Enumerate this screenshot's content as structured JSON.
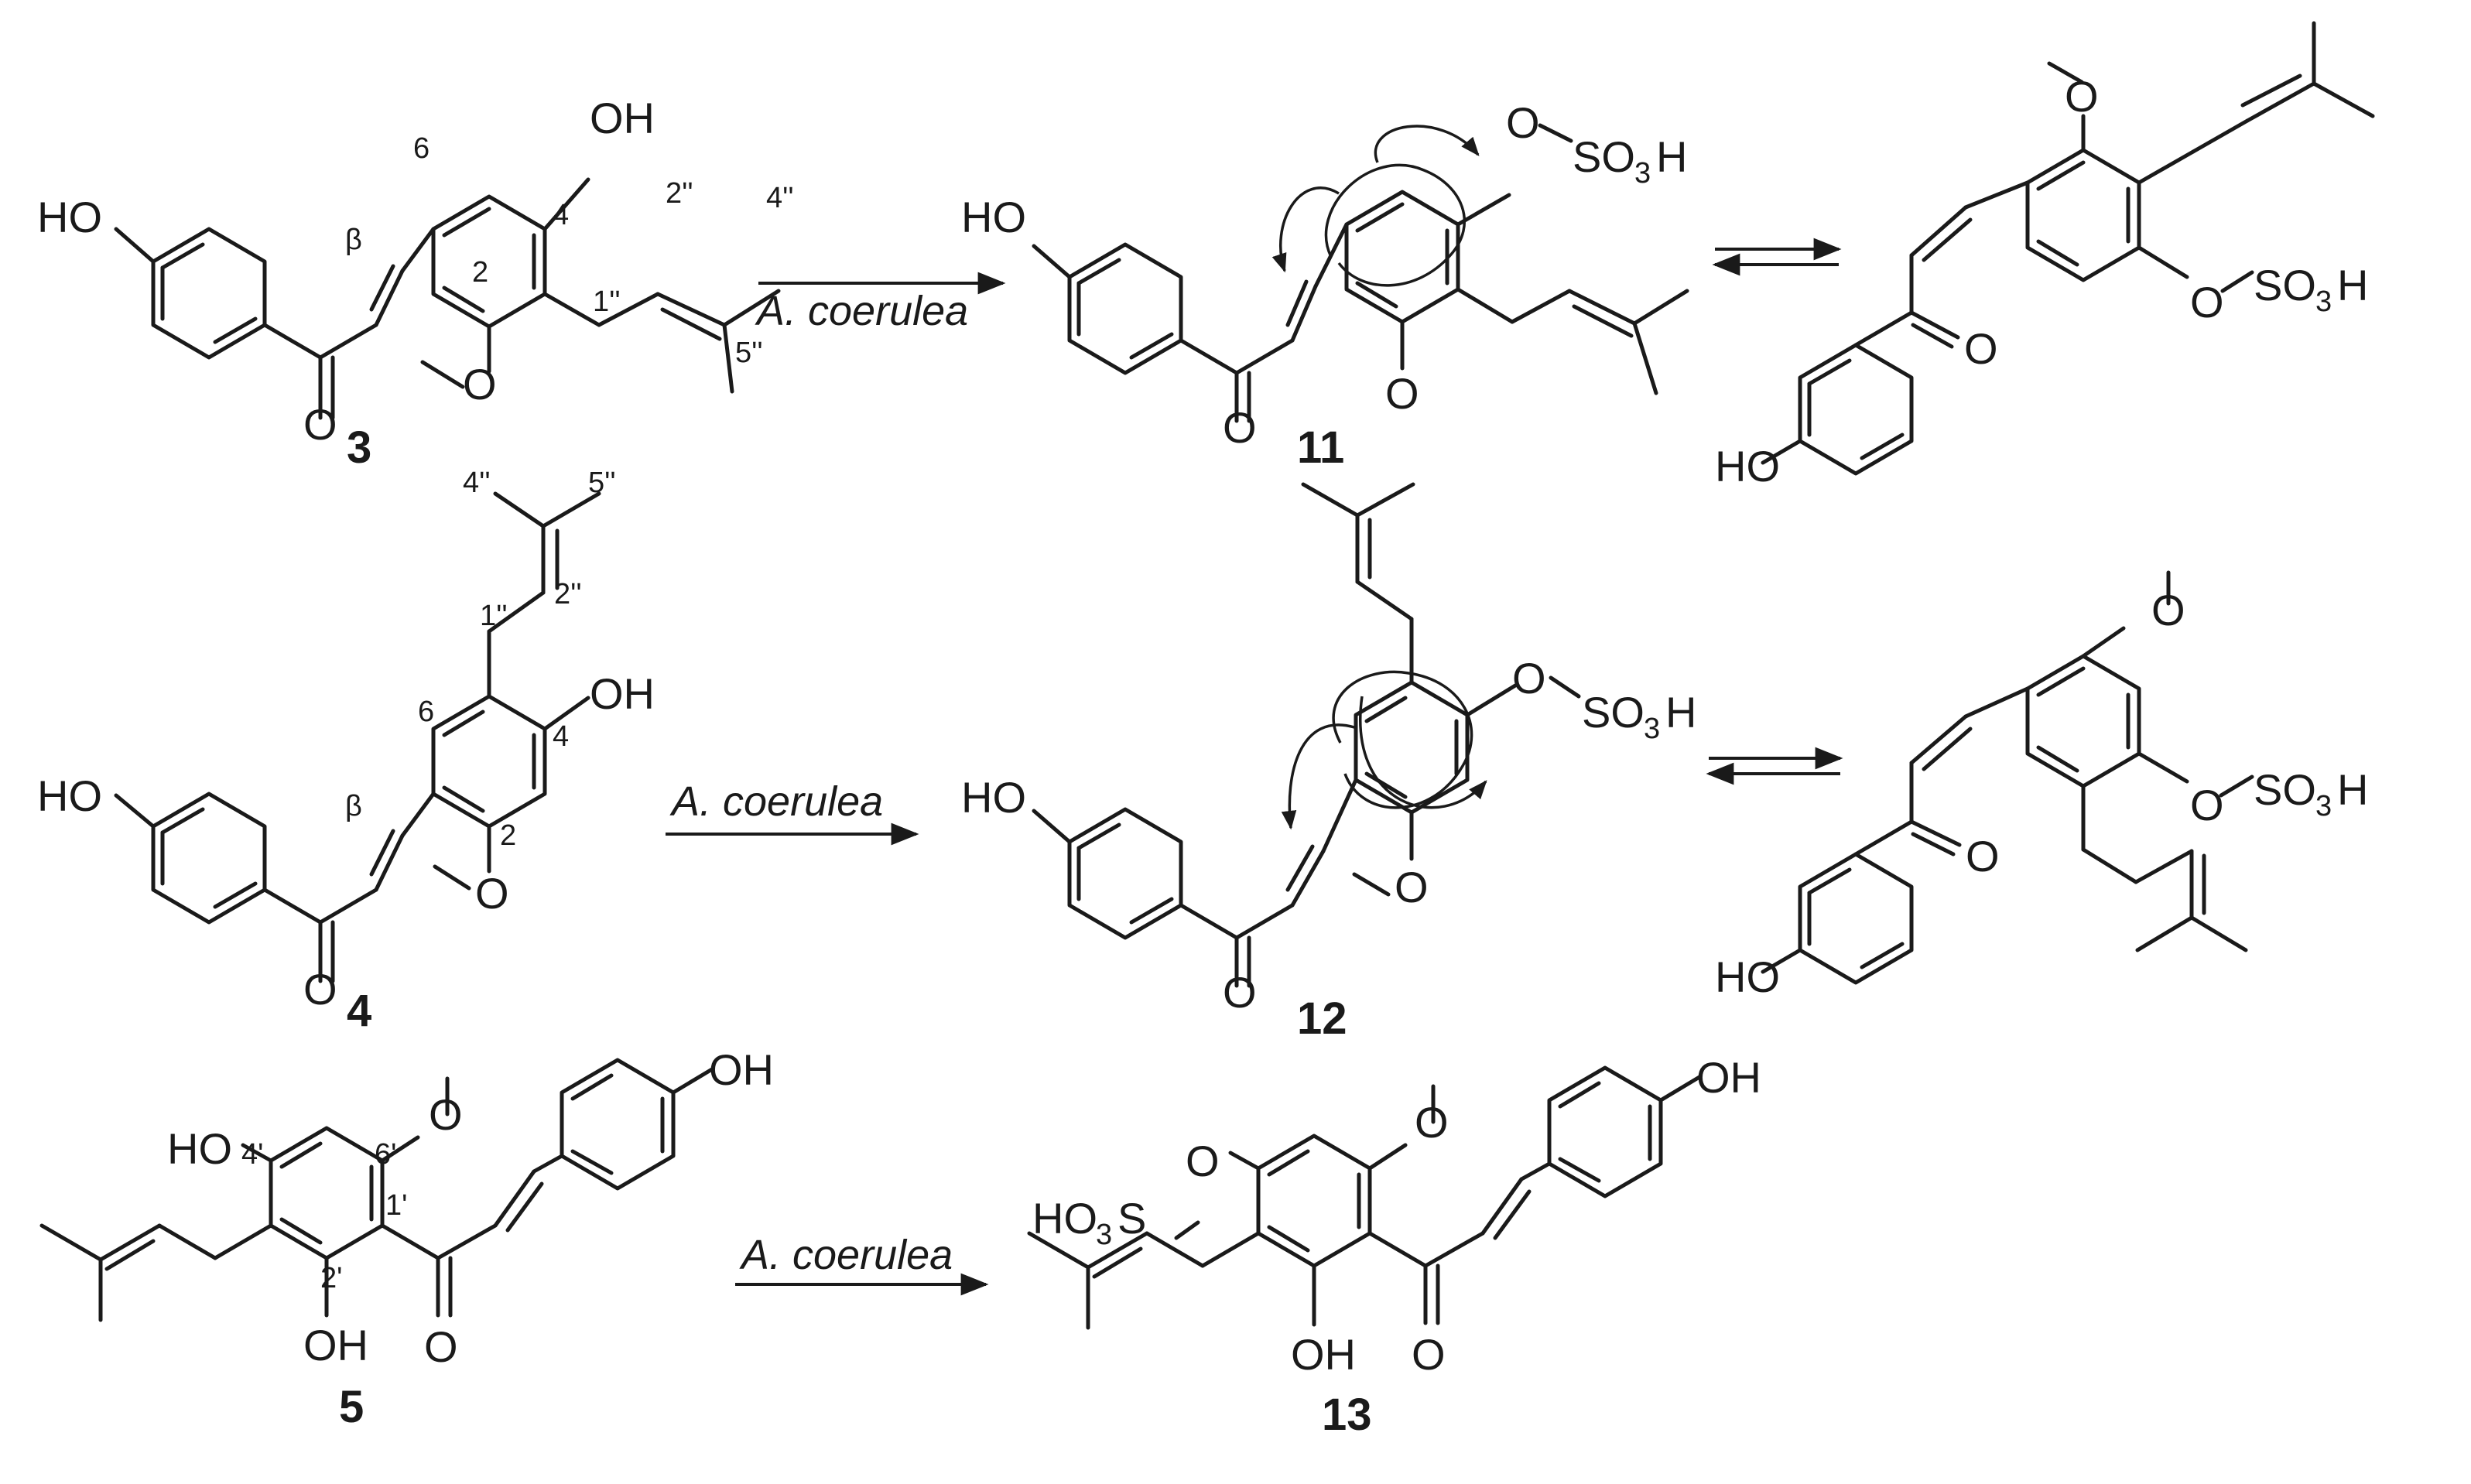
{
  "reagent": "A. coerulea",
  "compounds": {
    "c3": "3",
    "c4": "4",
    "c5": "5",
    "c11": "11",
    "c12": "12",
    "c13": "13"
  },
  "atoms": {
    "OH": "OH",
    "HO": "HO",
    "O": "O",
    "OSO3H_O": "O",
    "SO3H": "SO",
    "three": "3",
    "H": "H",
    "HO3S_HO": "HO",
    "HO3S_S": "S"
  },
  "locants": {
    "beta": "β",
    "n2": "2",
    "n4": "4",
    "n6": "6",
    "n1pp": "1''",
    "n2pp": "2''",
    "n4pp": "4''",
    "n5pp": "5''",
    "n1p": "1'",
    "n2p": "2'",
    "n4p": "4'",
    "n6p": "6'"
  }
}
